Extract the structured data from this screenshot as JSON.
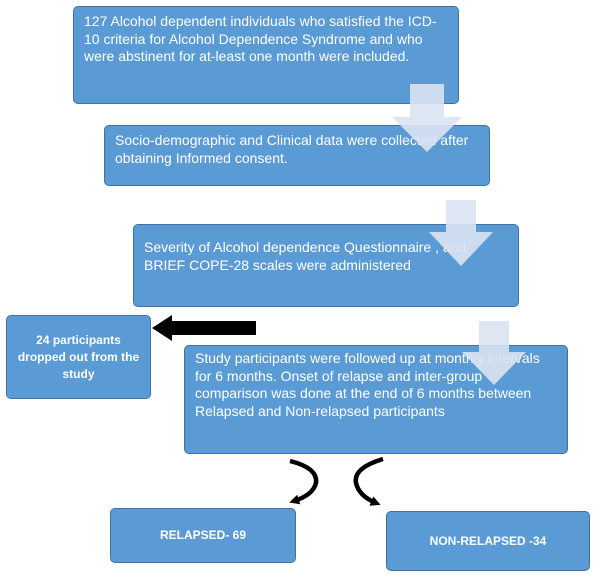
{
  "flowchart": {
    "step1": "127 Alcohol dependent individuals who satisfied the ICD-10 criteria for Alcohol Dependence Syndrome and who were abstinent for at-least one month were included.",
    "step2": "Socio-demographic and Clinical data were collected after obtaining Informed consent.",
    "step3": "Severity of Alcohol dependence Questionnaire , and BRIEF COPE-28 scales were administered",
    "step4": "Study participants were followed up at monthly intervals for 6 months. Onset of relapse and inter-group comparison was done at the end of 6 months between Relapsed and Non-relapsed participants",
    "dropout": "24 participants dropped out from the study",
    "relapsed": "RELAPSED- 69",
    "non_relapsed": "NON-RELAPSED -34"
  },
  "colors": {
    "box_fill": "#5b9bd5",
    "box_border": "#41719c",
    "down_arrow": "#dae3f3",
    "dark_arrow": "#000000"
  }
}
